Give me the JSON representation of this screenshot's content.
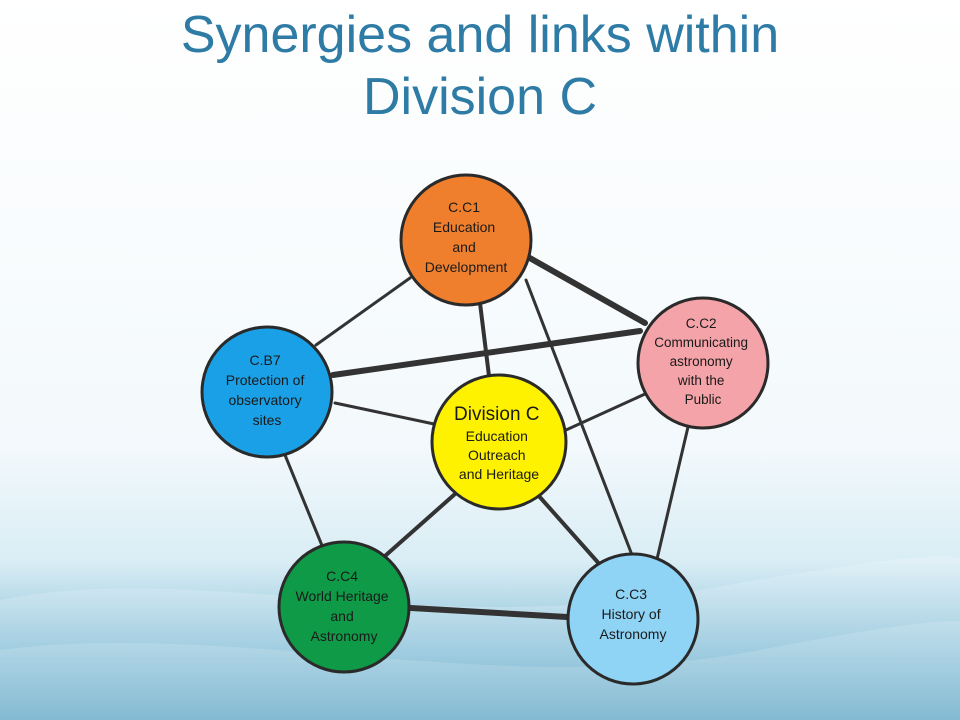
{
  "title": {
    "line1": "Synergies and links within",
    "line2": "Division C"
  },
  "colors": {
    "title": "#2e7ba6",
    "edge": "#333333",
    "cc1": "#f07f2d",
    "cc2": "#f4a3a8",
    "cb7": "#1aa0e6",
    "divc": "#fff200",
    "cc4": "#0f9a48",
    "cc3": "#8fd3f5"
  },
  "nodes": {
    "cc1": {
      "lines": [
        "C.C1",
        "Education",
        "and",
        "Development"
      ]
    },
    "cc2": {
      "lines": [
        "C.C2",
        "Communicating",
        "astronomy",
        "with the",
        "Public"
      ]
    },
    "cb7": {
      "lines": [
        "C.B7",
        "Protection of",
        "observatory",
        "sites"
      ]
    },
    "divc": {
      "lines": [
        "Division C",
        "Education",
        "Outreach",
        "and Heritage"
      ]
    },
    "cc4": {
      "lines": [
        "C.C4",
        "World Heritage",
        "and",
        "Astronomy"
      ]
    },
    "cc3": {
      "lines": [
        "C.C3",
        "History of",
        "Astronomy"
      ]
    }
  }
}
